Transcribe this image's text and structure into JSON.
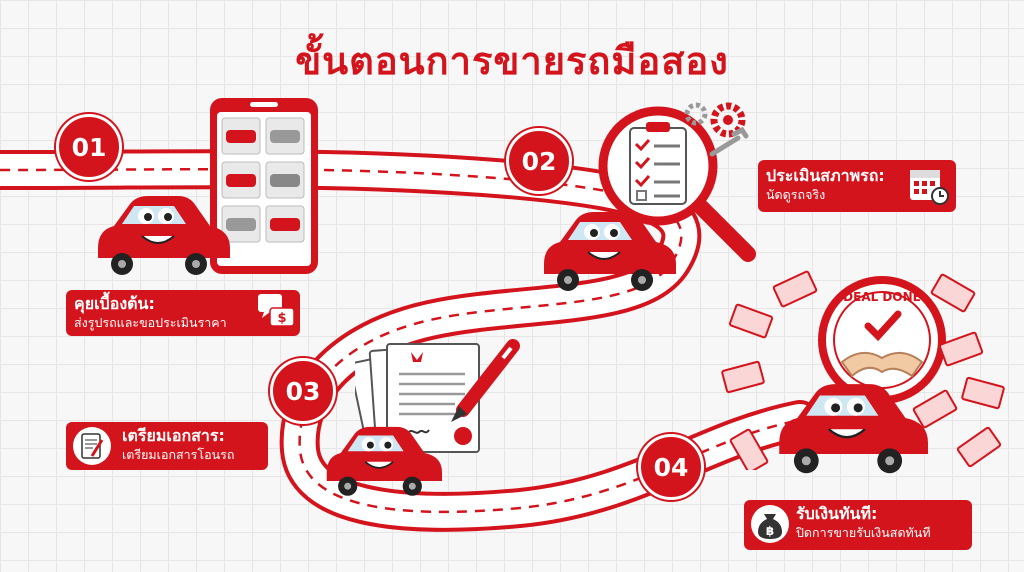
{
  "title": "ขั้นตอนการขายรถมือสอง",
  "steps": [
    {
      "number": "01",
      "title": "คุยเบื้องต้น:",
      "subtitle": "ส่งรูปรถและขอประเมินราคา"
    },
    {
      "number": "02",
      "title": "ประเมินสภาพรถ:",
      "subtitle": "นัดดูรถจริง"
    },
    {
      "number": "03",
      "title": "เตรียมเอกสาร:",
      "subtitle": "เตรียมเอกสารโอนรถ"
    },
    {
      "number": "04",
      "title": "รับเงินทันที:",
      "subtitle": "ปิดการขายรับเงินสดทันที"
    }
  ],
  "badge": {
    "text": "DEAL DONE"
  },
  "colors": {
    "accent": "#d4141c",
    "background": "#f7f7f7",
    "grid": "#e6e6e6"
  },
  "icons": [
    "smartphone-icon",
    "chat-dollar-icon",
    "magnifier-checklist-icon",
    "gears-icon",
    "calendar-clock-icon",
    "document-contract-icon",
    "pen-icon",
    "handshake-icon",
    "money-bag-icon",
    "banknote-icon",
    "car-mascot-icon"
  ]
}
